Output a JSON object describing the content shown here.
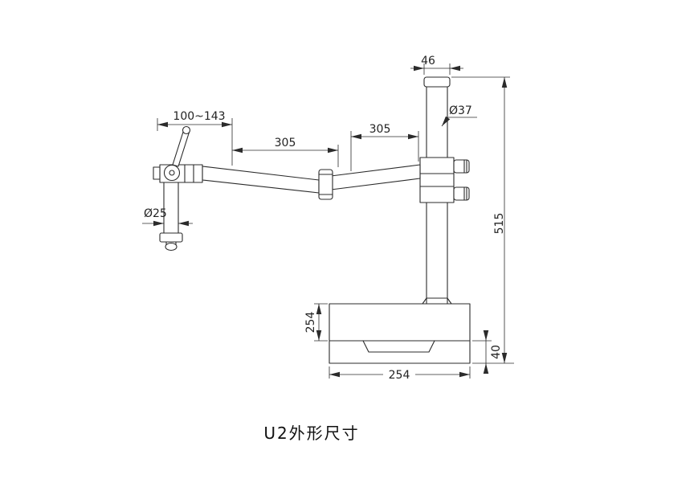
{
  "title": "U2外形尺寸",
  "drawing": {
    "type": "technical-drawing",
    "subject": "articulated-arm microscope stand outline dimensions",
    "colors": {
      "line": "#2b2b2b",
      "background": "#ffffff"
    },
    "dimensions": {
      "top_cap_width": "46",
      "pole_diameter": "Ø37",
      "head_reach_range": "100~143",
      "upper_arm_length": "305",
      "lower_arm_length": "305",
      "post_diameter": "Ø25",
      "overall_height": "515",
      "base_depth": "254",
      "base_width": "254",
      "base_lower_height": "40"
    }
  }
}
